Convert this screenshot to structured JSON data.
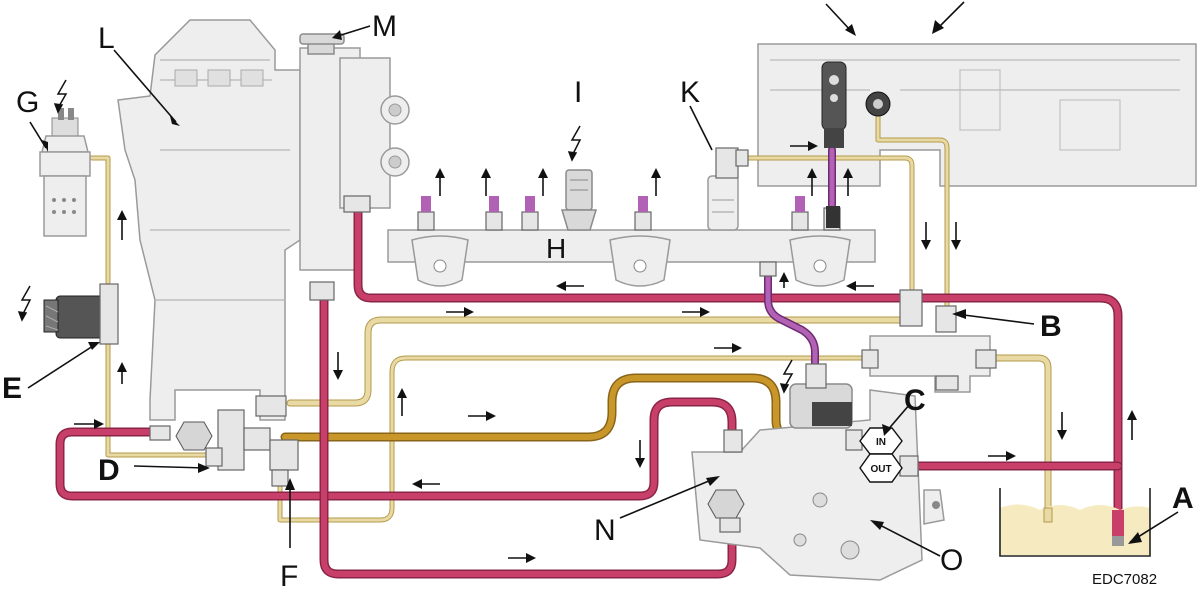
{
  "labels": {
    "A": "A",
    "B": "B",
    "C": "C",
    "D": "D",
    "E": "E",
    "F": "F",
    "G": "G",
    "H": "H",
    "I": "I",
    "K": "K",
    "L": "L",
    "M": "M",
    "N": "N",
    "O": "O"
  },
  "ports": {
    "in": "IN",
    "out": "OUT"
  },
  "figure_code": "EDC7082",
  "colors": {
    "return_line": "#c8406a",
    "low_pressure_feed": "#e9d9a4",
    "pump_feed": "#c9962a",
    "high_pressure": "#b262b4",
    "component": "#eeeeee",
    "tank_fuel": "#f6ebc0"
  },
  "icons": [
    "lightning-icon",
    "flow-arrow-icon"
  ]
}
